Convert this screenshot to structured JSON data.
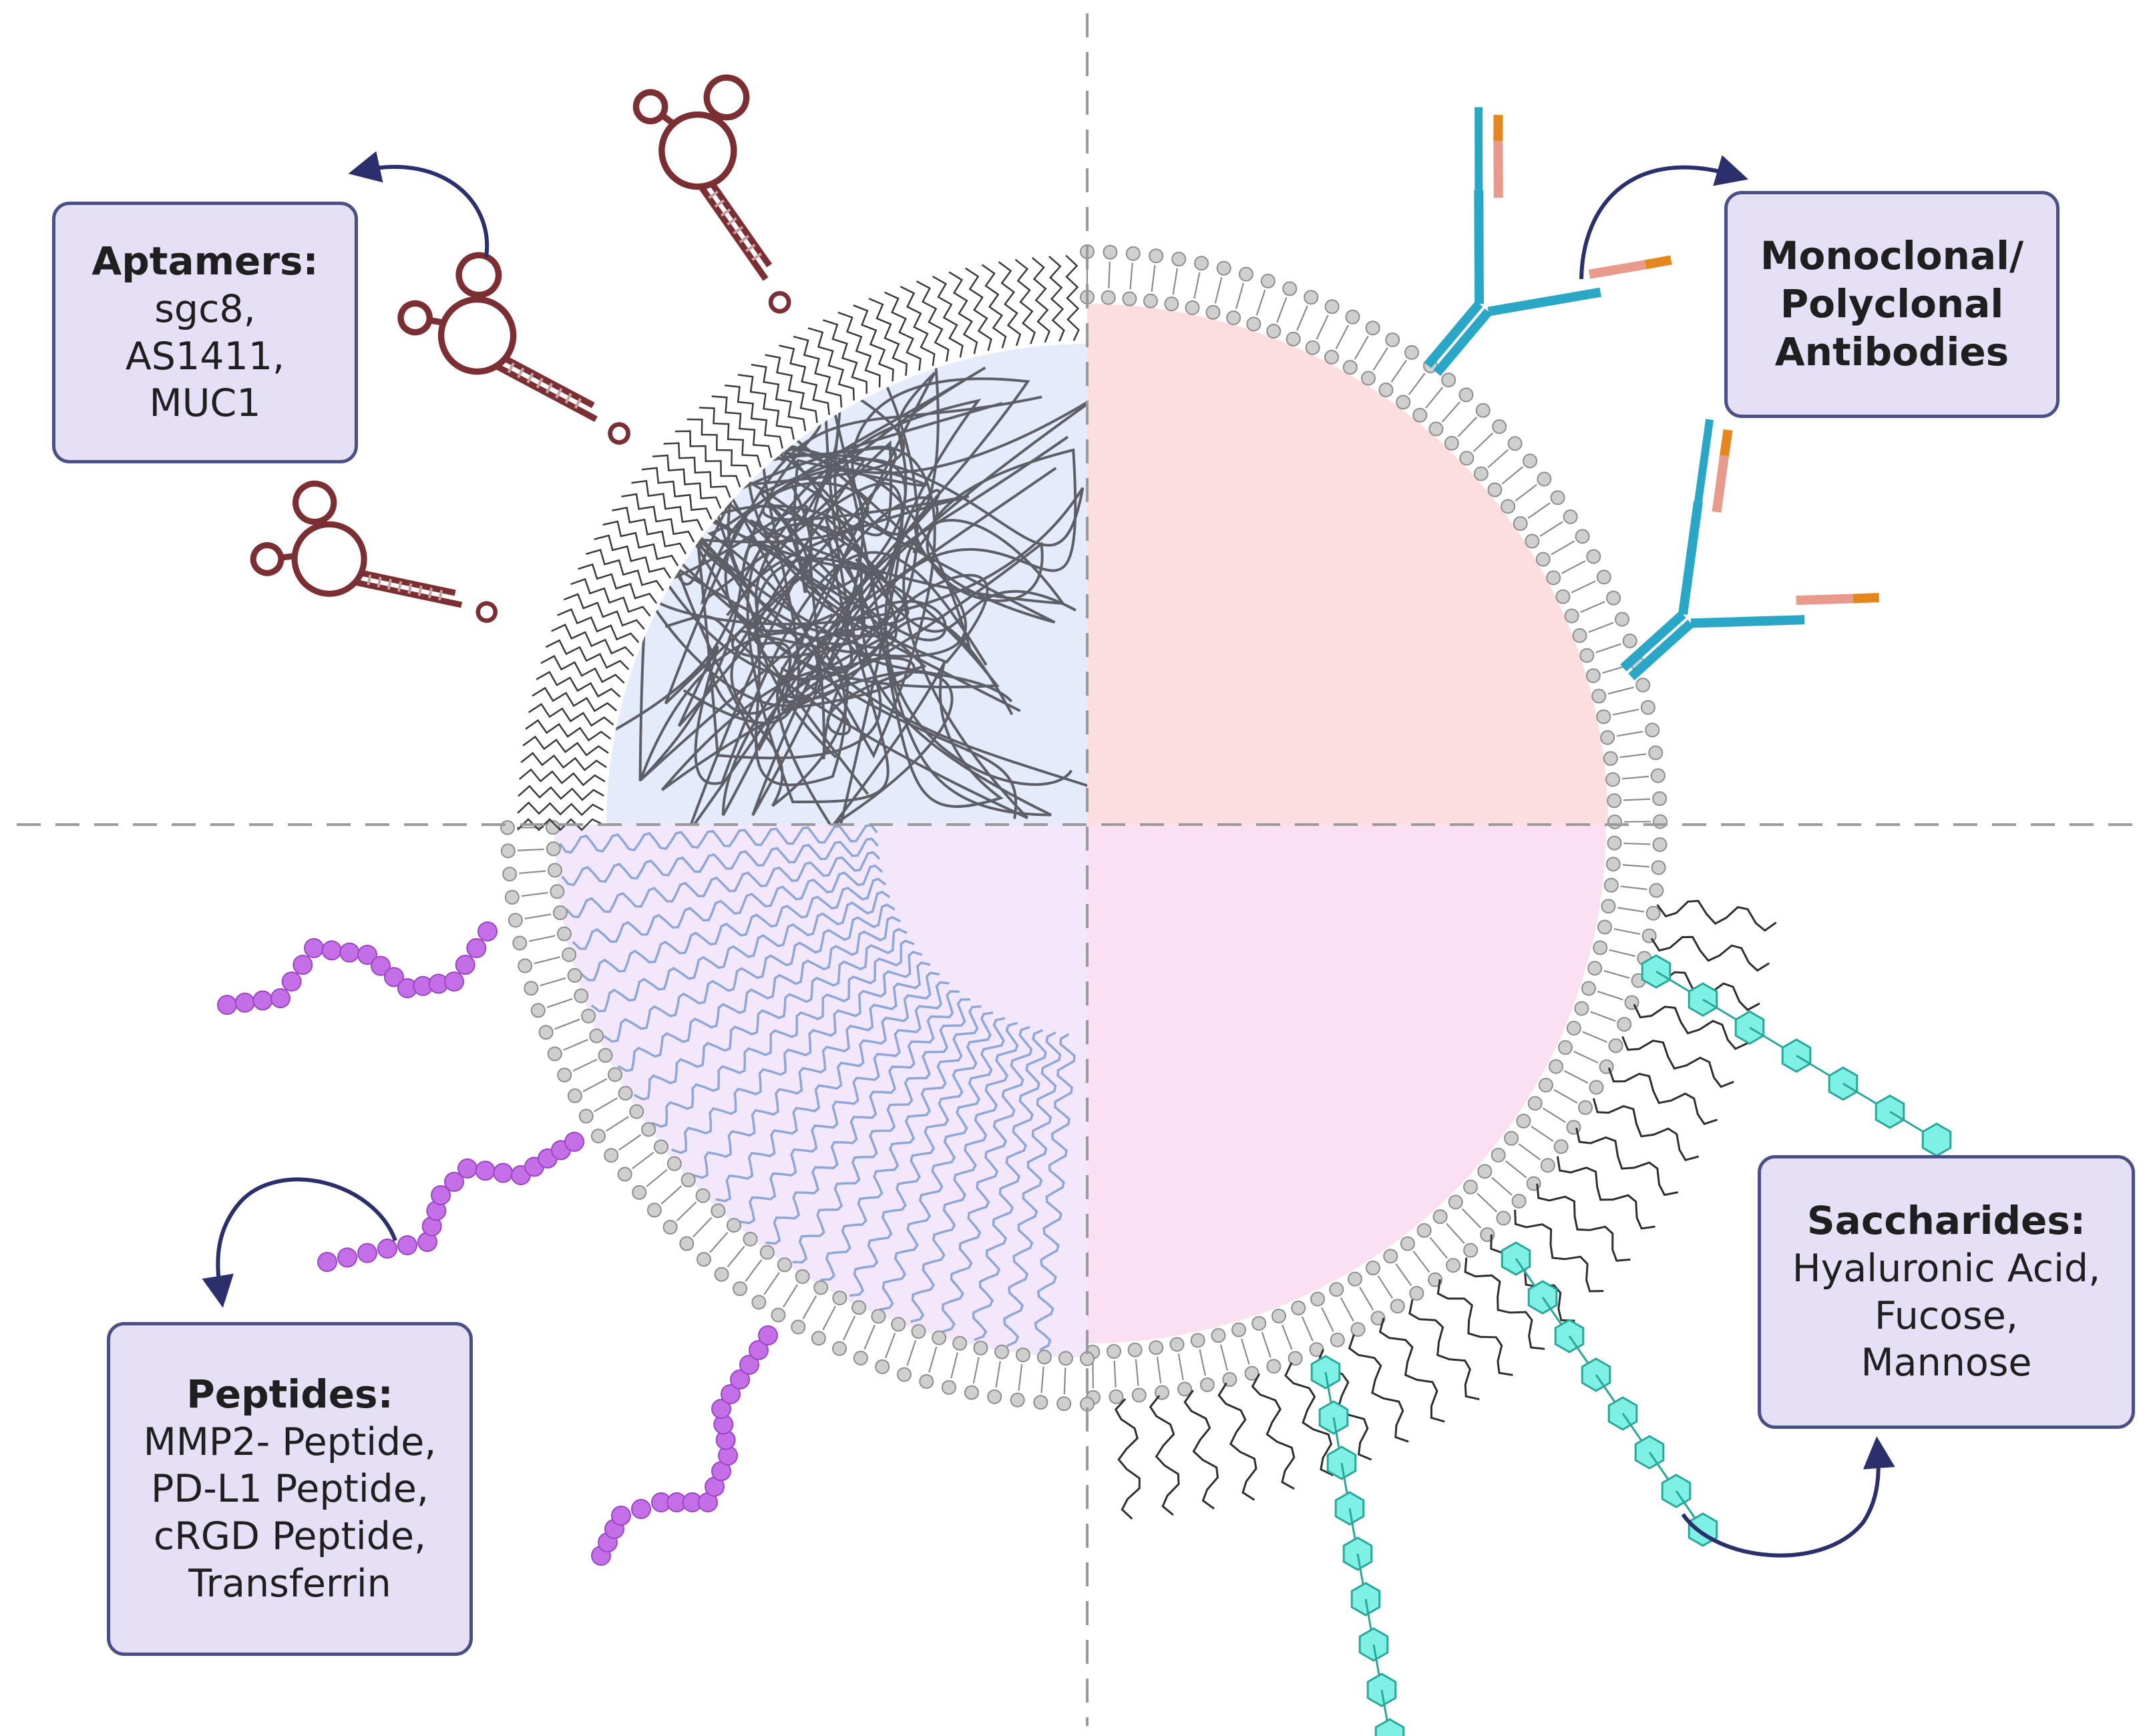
{
  "boxes": {
    "aptamers": {
      "title": "Aptamers:",
      "items": [
        "sgc8,",
        "AS1411,",
        "MUC1"
      ]
    },
    "antibodies": {
      "title_lines": [
        "Monoclonal/",
        "Polyclonal",
        "Antibodies"
      ]
    },
    "peptides": {
      "title": "Peptides:",
      "items": [
        "MMP2- Peptide,",
        "PD-L1 Peptide,",
        "cRGD Peptide,",
        "Transferrin"
      ]
    },
    "saccharides": {
      "title": "Saccharides:",
      "items": [
        "Hyaluronic Acid,",
        "Fucose,",
        "Mannose"
      ]
    }
  },
  "colors": {
    "box_fill": "#e5e0f6",
    "box_border": "#4a4f86",
    "arrow": "#2b2f6b",
    "aptamer": "#7b2f33",
    "antibody_blue": "#2aa7c6",
    "antibody_salmon": "#e89a8d",
    "antibody_orange": "#e5861f",
    "peptide": "#c46ee8",
    "saccharide": "#7ef0e4",
    "bead": "#cfcfcf",
    "quadrant_top_left": "#e4ecfb",
    "quadrant_top_right": "#fbdedd",
    "quadrant_bottom_left": "#f3e8fb",
    "quadrant_bottom_right": "#fbe0f1"
  }
}
